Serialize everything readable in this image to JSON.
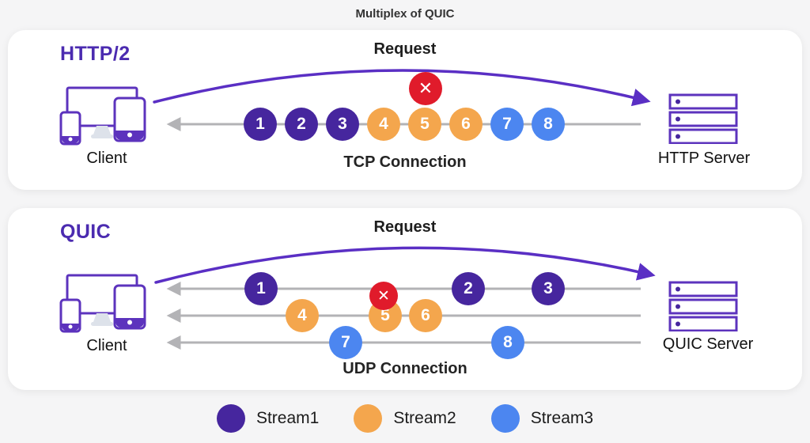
{
  "title": "Multiplex of QUIC",
  "colors": {
    "stream1_purple": "#46269E",
    "stream2_orange": "#F4A64D",
    "stream3_blue": "#4C86F0",
    "error_red": "#E01B2B",
    "accent_purple": "#4B2BB0",
    "icon_purple": "#5C33BD",
    "connection_gray": "#B3B3B6"
  },
  "http2_panel": {
    "heading": "HTTP/2",
    "request_label": "Request",
    "client_label": "Client",
    "server_label": "HTTP Server",
    "connection_label": "TCP Connection",
    "packets": [
      "1",
      "2",
      "3",
      "4",
      "5",
      "6",
      "7",
      "8"
    ],
    "error_mark": "✕"
  },
  "quic_panel": {
    "heading": "QUIC",
    "request_label": "Request",
    "client_label": "Client",
    "server_label": "QUIC Server",
    "connection_label": "UDP Connection",
    "stream1_packets": [
      "1",
      "2",
      "3"
    ],
    "stream2_packets": [
      "4",
      "5",
      "6"
    ],
    "stream3_packets": [
      "7",
      "8"
    ],
    "error_mark": "✕"
  },
  "legend": [
    {
      "label": "Stream1",
      "color": "#46269E"
    },
    {
      "label": "Stream2",
      "color": "#F4A64D"
    },
    {
      "label": "Stream3",
      "color": "#4C86F0"
    }
  ]
}
